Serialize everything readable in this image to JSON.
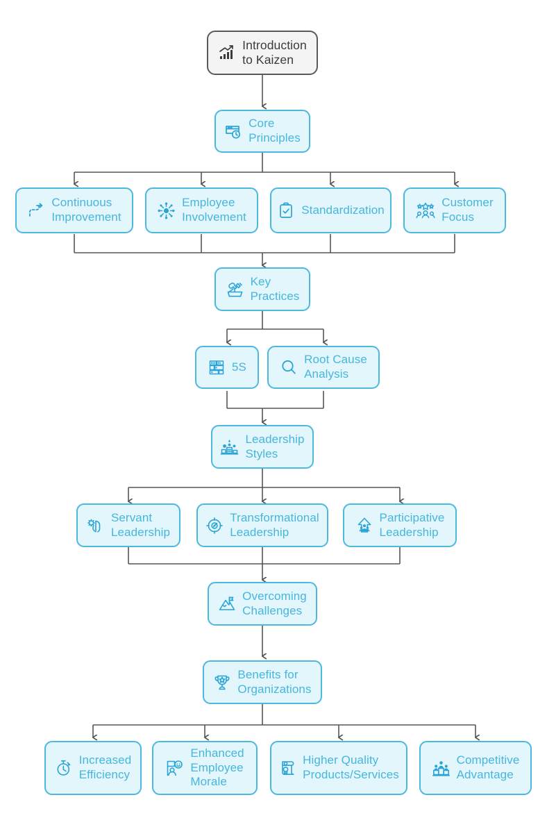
{
  "diagram": {
    "title": "Kaizen and Leadership Flowchart",
    "type": "flowchart",
    "orientation": "top-down",
    "colors": {
      "node_fill": "#e2f6fc",
      "node_border": "#4db8dd",
      "node_text": "#47b6dd",
      "root_fill": "#f4f4f4",
      "root_border": "#5a5a5a",
      "root_text": "#3b3b3b",
      "edge": "#555555",
      "background": "#ffffff"
    },
    "nodes": [
      {
        "id": "intro",
        "label": "Introduction\nto Kaizen",
        "icon": "growth-chart-icon",
        "style": "root",
        "level": 0
      },
      {
        "id": "core",
        "label": "Core\nPrinciples",
        "icon": "window-clock-icon",
        "style": "cyan",
        "level": 1
      },
      {
        "id": "continuous",
        "label": "Continuous\nImprovement",
        "icon": "dashed-arrow-icon",
        "style": "cyan",
        "level": 2
      },
      {
        "id": "employee",
        "label": "Employee\nInvolvement",
        "icon": "network-hub-icon",
        "style": "cyan",
        "level": 2
      },
      {
        "id": "standardization",
        "label": "Standardization",
        "icon": "clipboard-check-icon",
        "style": "cyan",
        "level": 2
      },
      {
        "id": "customer",
        "label": "Customer\nFocus",
        "icon": "customer-rating-icon",
        "style": "cyan",
        "level": 2
      },
      {
        "id": "practices",
        "label": "Key\nPractices",
        "icon": "tools-toolbox-icon",
        "style": "cyan",
        "level": 3
      },
      {
        "id": "fives",
        "label": "5S",
        "icon": "workplace-grid-icon",
        "style": "cyan",
        "level": 4
      },
      {
        "id": "rootcause",
        "label": "Root Cause\nAnalysis",
        "icon": "magnifier-icon",
        "style": "cyan",
        "level": 4
      },
      {
        "id": "leadership",
        "label": "Leadership\nStyles",
        "icon": "podium-people-icon",
        "style": "cyan",
        "level": 5
      },
      {
        "id": "servant",
        "label": "Servant\nLeadership",
        "icon": "hand-gear-icon",
        "style": "cyan",
        "level": 6
      },
      {
        "id": "transformational",
        "label": "Transformational\nLeadership",
        "icon": "target-compass-icon",
        "style": "cyan",
        "level": 6
      },
      {
        "id": "participative",
        "label": "Participative\nLeadership",
        "icon": "arrow-up-team-icon",
        "style": "cyan",
        "level": 6
      },
      {
        "id": "overcoming",
        "label": "Overcoming\nChallenges",
        "icon": "mountain-flag-icon",
        "style": "cyan",
        "level": 7
      },
      {
        "id": "benefits",
        "label": "Benefits for\nOrganizations",
        "icon": "trophy-star-icon",
        "style": "cyan",
        "level": 8
      },
      {
        "id": "efficiency",
        "label": "Increased\nEfficiency",
        "icon": "stopwatch-icon",
        "style": "cyan",
        "level": 9
      },
      {
        "id": "morale",
        "label": "Enhanced\nEmployee\nMorale",
        "icon": "person-smile-board-icon",
        "style": "cyan",
        "level": 9
      },
      {
        "id": "quality",
        "label": "Higher Quality\nProducts/Services",
        "icon": "certificate-scroll-icon",
        "style": "cyan",
        "level": 9
      },
      {
        "id": "competitive",
        "label": "Competitive\nAdvantage",
        "icon": "podium-winners-icon",
        "style": "cyan",
        "level": 9
      }
    ],
    "edges": [
      {
        "from": "intro",
        "to": "core"
      },
      {
        "from": "core",
        "to": "continuous"
      },
      {
        "from": "core",
        "to": "employee"
      },
      {
        "from": "core",
        "to": "standardization"
      },
      {
        "from": "core",
        "to": "customer"
      },
      {
        "from": "continuous",
        "to": "practices"
      },
      {
        "from": "employee",
        "to": "practices"
      },
      {
        "from": "standardization",
        "to": "practices"
      },
      {
        "from": "customer",
        "to": "practices"
      },
      {
        "from": "practices",
        "to": "fives"
      },
      {
        "from": "practices",
        "to": "rootcause"
      },
      {
        "from": "fives",
        "to": "leadership"
      },
      {
        "from": "rootcause",
        "to": "leadership"
      },
      {
        "from": "leadership",
        "to": "servant"
      },
      {
        "from": "leadership",
        "to": "transformational"
      },
      {
        "from": "leadership",
        "to": "participative"
      },
      {
        "from": "servant",
        "to": "overcoming"
      },
      {
        "from": "transformational",
        "to": "overcoming"
      },
      {
        "from": "participative",
        "to": "overcoming"
      },
      {
        "from": "overcoming",
        "to": "benefits"
      },
      {
        "from": "benefits",
        "to": "efficiency"
      },
      {
        "from": "benefits",
        "to": "morale"
      },
      {
        "from": "benefits",
        "to": "quality"
      },
      {
        "from": "benefits",
        "to": "competitive"
      }
    ]
  }
}
